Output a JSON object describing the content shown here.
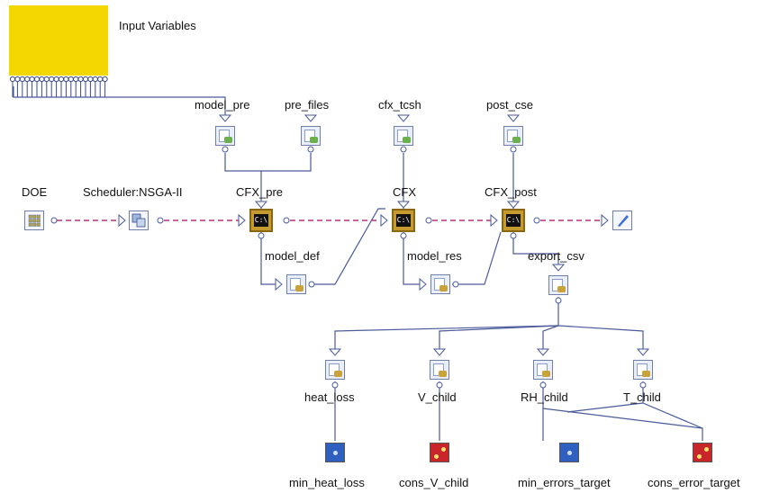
{
  "input_block": {
    "label": "Input Variables",
    "port_count": 20,
    "color": "#f3d800"
  },
  "generators": [
    {
      "id": "model_pre",
      "label": "model_pre"
    },
    {
      "id": "pre_files",
      "label": "pre_files"
    },
    {
      "id": "cfx_tcsh",
      "label": "cfx_tcsh"
    },
    {
      "id": "post_cse",
      "label": "post_cse"
    }
  ],
  "control": {
    "doe_label": "DOE",
    "scheduler_label": "Scheduler:NSGA-II"
  },
  "executables": [
    {
      "id": "cfx_pre",
      "label": "CFX_pre",
      "screen_text": "C:\\"
    },
    {
      "id": "cfx",
      "label": "CFX",
      "screen_text": "C:\\"
    },
    {
      "id": "cfx_post",
      "label": "CFX_post",
      "screen_text": "C:\\"
    }
  ],
  "intermediate_files": [
    {
      "id": "model_def",
      "label": "model_def"
    },
    {
      "id": "model_res",
      "label": "model_res"
    },
    {
      "id": "export_csv",
      "label": "export_csv"
    }
  ],
  "outputs": [
    {
      "id": "heat_loss",
      "label": "heat_loss"
    },
    {
      "id": "v_child",
      "label": "V_child"
    },
    {
      "id": "rh_child",
      "label": "RH_child"
    },
    {
      "id": "t_child",
      "label": "T_child"
    }
  ],
  "objectives": [
    {
      "id": "min_heat_loss",
      "label": "min_heat_loss",
      "kind": "minimize",
      "color": "#2f5fbf"
    },
    {
      "id": "cons_v_child",
      "label": "cons_V_child",
      "kind": "constraint",
      "color": "#c8262a"
    },
    {
      "id": "min_errors_target",
      "label": "min_errors_target",
      "kind": "minimize",
      "color": "#2f5fbf"
    },
    {
      "id": "cons_error_target",
      "label": "cons_error_target",
      "kind": "constraint",
      "color": "#c8262a"
    }
  ],
  "colors": {
    "process_link": "#b8327a",
    "data_link": "#4a5a9a"
  }
}
